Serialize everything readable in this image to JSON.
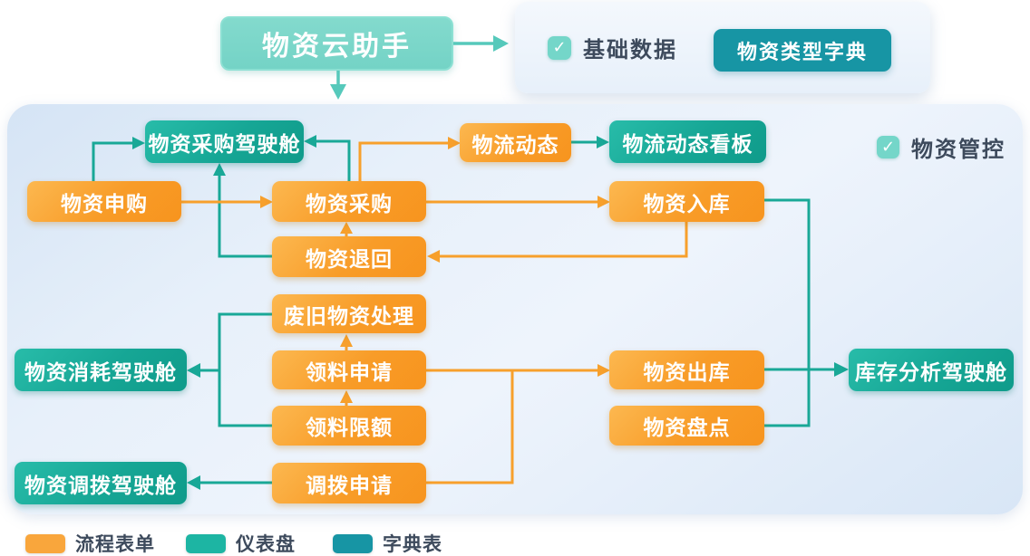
{
  "title": {
    "label": "物资云助手"
  },
  "base_data_card": {
    "checkbox_label": "基础数据",
    "dict_button_label": "物资类型字典"
  },
  "panel": {
    "checkbox_label": "物资管控"
  },
  "nodes": {
    "purchase_dashboard": {
      "label": "物资采购驾驶舱",
      "type": "dashboard"
    },
    "logistics": {
      "label": "物流动态",
      "type": "form"
    },
    "logistics_board": {
      "label": "物流动态看板",
      "type": "dashboard"
    },
    "purchase_request": {
      "label": "物资申购",
      "type": "form"
    },
    "purchase": {
      "label": "物资采购",
      "type": "form"
    },
    "inbound": {
      "label": "物资入库",
      "type": "form"
    },
    "material_return": {
      "label": "物资退回",
      "type": "form"
    },
    "scrap_disposal": {
      "label": "废旧物资处理",
      "type": "form"
    },
    "consumption_dashboard": {
      "label": "物资消耗驾驶舱",
      "type": "dashboard"
    },
    "material_request": {
      "label": "领料申请",
      "type": "form"
    },
    "material_quota": {
      "label": "领料限额",
      "type": "form"
    },
    "outbound": {
      "label": "物资出库",
      "type": "form"
    },
    "stocktaking": {
      "label": "物资盘点",
      "type": "form"
    },
    "inventory_dashboard": {
      "label": "库存分析驾驶舱",
      "type": "dashboard"
    },
    "transfer_dashboard": {
      "label": "物资调拨驾驶舱",
      "type": "dashboard"
    },
    "transfer_request": {
      "label": "调拨申请",
      "type": "form"
    }
  },
  "legend": {
    "items": [
      {
        "label": "流程表单",
        "color": "#f9a63c"
      },
      {
        "label": "仪表盘",
        "color": "#1db5a3"
      },
      {
        "label": "字典表",
        "color": "#1795a4"
      }
    ]
  },
  "colors": {
    "form_node": "#f7941e",
    "dashboard_node": "#14a595",
    "dict_button": "#1795a4",
    "title_box": "#7ad6ca",
    "orange_connector": "#f7a02c",
    "teal_connector": "#19a897",
    "mint_connector": "#56c9bb",
    "dark_text": "#3d4a5c"
  }
}
